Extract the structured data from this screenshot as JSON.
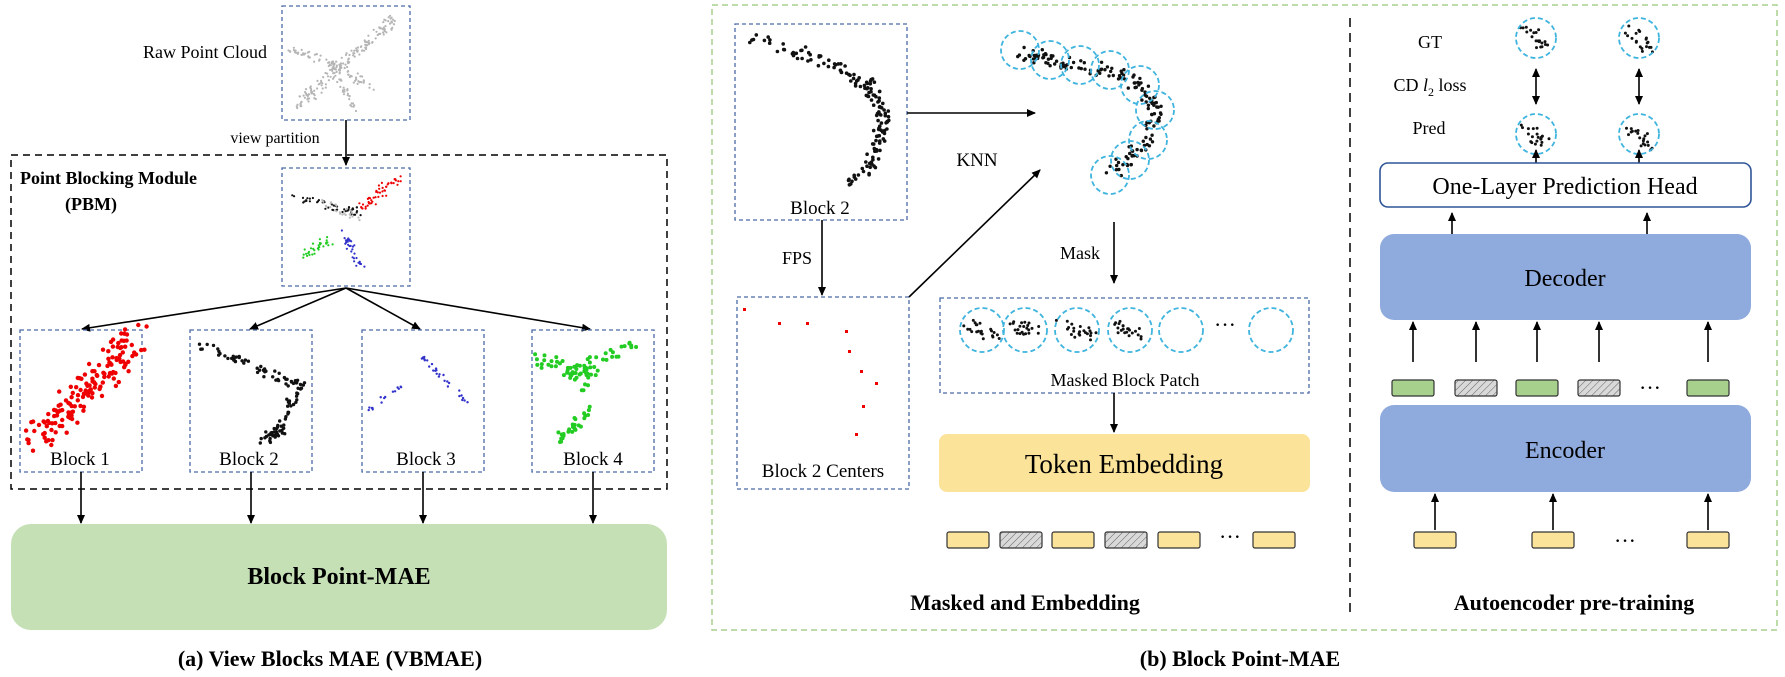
{
  "panel_a": {
    "caption": "(a) View Blocks MAE (VBMAE)",
    "raw_label": "Raw Point Cloud",
    "view_partition": "view partition",
    "pbm_title": "Point Blocking Module",
    "pbm_abbr": "(PBM)",
    "blocks": [
      "Block 1",
      "Block 2",
      "Block 3",
      "Block 4"
    ],
    "block_colors": [
      "#ee0000",
      "#111111",
      "#3333cc",
      "#22cc22"
    ],
    "model_label": "Block Point-MAE",
    "model_color": "#c5e0b4"
  },
  "panel_b": {
    "caption": "(b) Block Point-MAE",
    "block2_label": "Block 2",
    "fps_label": "FPS",
    "knn_label": "KNN",
    "centers_label": "Block 2 Centers",
    "mask_label": "Mask",
    "masked_patch_label": "Masked Block Patch",
    "token_embedding_label": "Token Embedding",
    "ellipsis": "···",
    "section_left_title": "Masked and Embedding",
    "section_right_title": "Autoencoder pre-training",
    "gt_label": "GT",
    "loss_label_prefix": "CD ",
    "loss_label_l": "l",
    "loss_label_sub": "2",
    "loss_label_suffix": " loss",
    "pred_label": "Pred",
    "head_label": "One-Layer Prediction Head",
    "decoder_label": "Decoder",
    "encoder_label": "Encoder",
    "encoder_color": "#8faadc",
    "token_color": "#fbe39a"
  }
}
